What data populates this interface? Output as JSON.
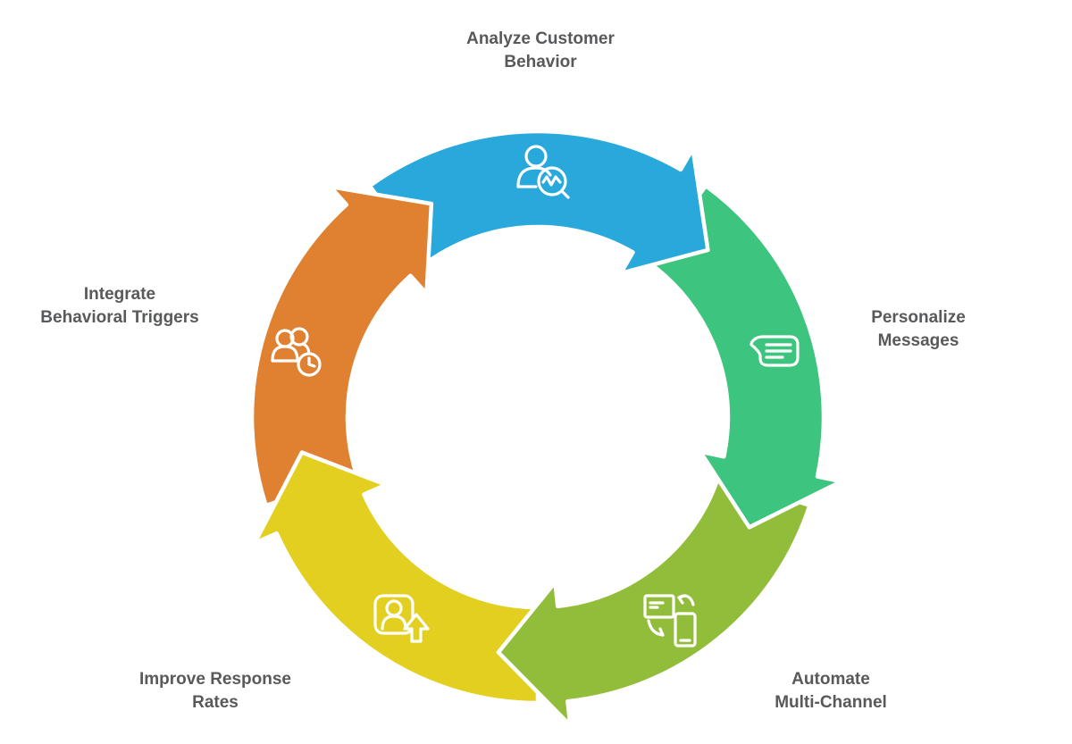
{
  "page": {
    "background": "#ffffff"
  },
  "diagram": {
    "type": "cycle-arrows",
    "direction": "clockwise",
    "step_count": 5,
    "text_color": "#58595b",
    "outline_color": "#ffffff",
    "steps": [
      {
        "id": "analyze-customer-behavior",
        "label_line1": "Analyze Customer",
        "label_line2": "Behavior",
        "color": "#29a8dc",
        "icon": "customer-analytics-icon",
        "position": "top"
      },
      {
        "id": "personalize-messages",
        "label_line1": "Personalize",
        "label_line2": "Messages",
        "color": "#3dc47e",
        "icon": "chat-message-icon",
        "position": "right"
      },
      {
        "id": "automate-multi-channel",
        "label_line1": "Automate",
        "label_line2": "Multi-Channel",
        "color": "#92bd3a",
        "icon": "device-sync-icon",
        "position": "bottom-right"
      },
      {
        "id": "improve-response-rates",
        "label_line1": "Improve Response",
        "label_line2": "Rates",
        "color": "#e2cf1f",
        "icon": "profile-upgrade-icon",
        "position": "bottom-left"
      },
      {
        "id": "integrate-behavioral-triggers",
        "label_line1": "Integrate",
        "label_line2": "Behavioral Triggers",
        "color": "#df8130",
        "icon": "group-people-clock-icon",
        "position": "left"
      }
    ]
  }
}
